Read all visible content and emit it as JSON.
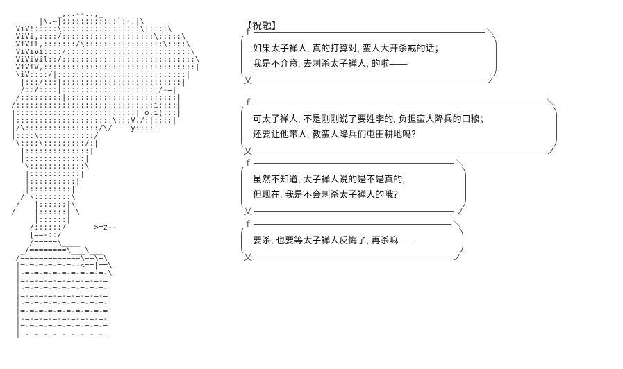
{
  "page": {
    "background": "#ffffff",
    "bubble_border_color": "#4a4a4a",
    "text_color": "#111111"
  },
  "header": {
    "character_name": "【祝融】"
  },
  "bubble_frame": {
    "top_left": "ｆ",
    "top_right": "＼",
    "bottom_left": "乂",
    "bottom_right": "ノ"
  },
  "bubbles": [
    {
      "lines": [
        "如果太子禅人, 真的打算对, 蛮人大开杀戒的话；",
        "我是不介意, 去刺杀太子禅人, 的啦——"
      ]
    },
    {
      "lines": [
        "可太子禅人, 不是刚刚说了要姓李的, 负担蛮人降兵的口粮；",
        "还要让他带人, 教蛮人降兵们屯田耕地吗？"
      ]
    },
    {
      "lines": [
        "虽然不知道, 太子禅人说的是不是真的,",
        "但现在, 我是不会刺杀太子禅人的哦？"
      ]
    },
    {
      "lines": [
        "要杀, 也要等太子禅人反悔了, 再杀嘛——"
      ]
    }
  ],
  "ascii_art": {
    "lines": [
      "          _,..--..,_",
      "      |\\.~|::::::::::::`:-.|\\",
      " ViV!:::::\\:::::::::::::::::\\|::::\\",
      " ViVi,::::/::::::::::::::::::::\\:::::\\",
      " ViVil,:::::::/\\:::::::::::::::::\\::::\\",
      " ViViVi::::/:::::::::::::::::::::::::::\\",
      " ViViVil::/:::::::::::::::::::::::::::::\\",
      " ViViV,:::::::::::::::::::::::::::::::::|",
      " \\iV::::/|::::::::::::::::::::::::::::|",
      "  |:::/:::|::::::::::::::::::::::::::|",
      "  /::/::::|:::::::::::::::::::::/-=|",
      " /:::::::::|::::::::::::::::::::::::|",
      "/:::::::::::::::::::::::::::::;i::::|",
      "|::::::::::::::::::::::::::| o.i(:::|",
      "|:::::::::::::::::::::\\:::V./:|::::|",
      "|/\\::::::::::::::::/\\/    y::::|",
      "|::::\\::::::::::::/",
      " \\::::\\:::::::::/:|",
      "  |::::::::::::::|",
      "  |:::::::::::::|",
      "   \\::::::::::::\\",
      "   |:::::::::::|",
      "   |::::::::::|",
      "   |:::::::::|",
      "  / \\::::::::\\",
      " /   |::::::|\\",
      "/    |::::::| \\",
      "     |::::::|",
      "    /::::::/      >=z--",
      "    [==-::/",
      "    /=====\\____",
      "  _/========\\___\\___",
      " /=============\\==\\=\\",
      " |=-=-=-=-=-=--<==|==\\",
      " |-=-=-=-=-=-=-=-=-=-\\",
      " |=-=-=-=-=-=-=-=-=-=|",
      " |-=-=-=-=-=-=-=-=-=-|",
      " |=-=-=-=-=-=-=-=-=-=|",
      " |-=-=-=-=-=-=-=-=-=-|",
      " |=-=-=-=-=-=-=-=-=-=|",
      " |-=-=-=-=-=-=-=-=-=-|",
      " |=-=-=-=-=-=-=-=-=-=|",
      " |_-_-_-_-_-_-_-_-_-_|"
    ]
  }
}
